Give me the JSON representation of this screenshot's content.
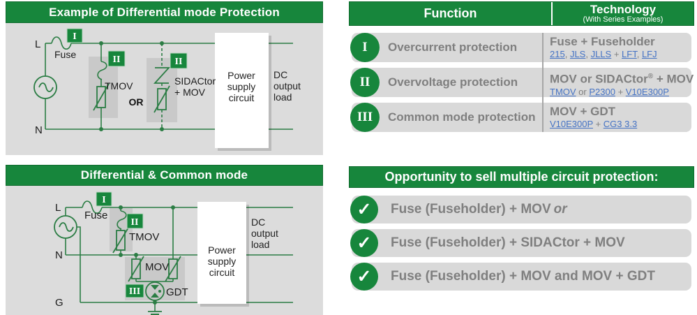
{
  "colors": {
    "green": "#17863c",
    "circuit_green": "#2b7d44",
    "bar_gray": "#d9d9d9",
    "panel_gray": "#dcdcdc",
    "text_gray": "#7f7f7f",
    "link_blue": "#4472c4"
  },
  "p1": {
    "title": "Example of Differential mode Protection",
    "l": "L",
    "n": "N",
    "fuse": "Fuse",
    "or": "OR",
    "badge_i": "I",
    "badge_ii_a": "II",
    "badge_ii_b": "II",
    "tmov": "TMOV",
    "sidactor1": "SIDACtor",
    "sidactor2": "+ MOV",
    "power": [
      "Power",
      "supply",
      "circuit"
    ],
    "dc": [
      "DC",
      "output",
      "load"
    ]
  },
  "p2": {
    "title": "Differential & Common mode",
    "l": "L",
    "n": "N",
    "g": "G",
    "fuse": "Fuse",
    "badge_i": "I",
    "badge_ii": "II",
    "badge_iii": "III",
    "tmov": "TMOV",
    "mov": "MOV",
    "gdt": "GDT",
    "power": [
      "Power",
      "supply",
      "circuit"
    ],
    "dc": [
      "DC",
      "output",
      "load"
    ]
  },
  "table": {
    "header": {
      "function": "Function",
      "technology": "Technology",
      "subtitle": "(With Series Examples)"
    },
    "rows": [
      {
        "numeral": "I",
        "function": "Overcurrent protection",
        "tech_parts": [
          {
            "t": "Fuse + Fuseholder"
          }
        ],
        "link_parts": [
          {
            "t": "215",
            "type": "link"
          },
          {
            "t": ", ",
            "type": "sep"
          },
          {
            "t": "JLS",
            "type": "link"
          },
          {
            "t": ", ",
            "type": "sep"
          },
          {
            "t": "JLLS",
            "type": "link"
          },
          {
            "t": " + ",
            "type": "sep"
          },
          {
            "t": "LFT",
            "type": "link"
          },
          {
            "t": ", ",
            "type": "sep"
          },
          {
            "t": "LFJ",
            "type": "link"
          }
        ]
      },
      {
        "numeral": "II",
        "function": "Overvoltage protection",
        "tech_parts": [
          {
            "t": "MOV or SIDACtor"
          },
          {
            "t": "®",
            "type": "sup"
          },
          {
            "t": " + MOV"
          }
        ],
        "link_parts": [
          {
            "t": "TMOV",
            "type": "link"
          },
          {
            "t": " or ",
            "type": "sep"
          },
          {
            "t": "P2300",
            "type": "link"
          },
          {
            "t": " + ",
            "type": "sep"
          },
          {
            "t": "V10E300P",
            "type": "link"
          }
        ]
      },
      {
        "numeral": "III",
        "function": "Common mode protection",
        "tech_parts": [
          {
            "t": "MOV + GDT"
          }
        ],
        "link_parts": [
          {
            "t": "V10E300P",
            "type": "link"
          },
          {
            "t": " + ",
            "type": "sep"
          },
          {
            "t": "CG3 3.3",
            "type": "link"
          }
        ]
      }
    ]
  },
  "opps": {
    "title": "Opportunity to sell multiple circuit protection:",
    "check": "✓",
    "rows": [
      {
        "parts": [
          {
            "t": "Fuse (Fuseholder) + MOV"
          },
          {
            "t": "or",
            "type": "i"
          }
        ]
      },
      {
        "parts": [
          {
            "t": "Fuse (Fuseholder) + SIDACtor + MOV"
          }
        ]
      },
      {
        "parts": [
          {
            "t": "Fuse (Fuseholder) + MOV and MOV + GDT"
          }
        ]
      }
    ]
  }
}
